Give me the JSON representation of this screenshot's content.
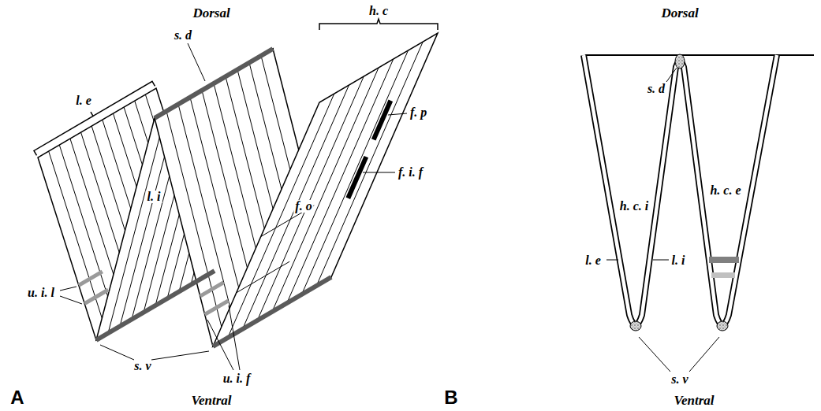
{
  "diagram": {
    "labels": [
      "Dorsal",
      "Dorsal",
      "l. e",
      "h. c",
      "s. d",
      "f. p",
      "u. i. l",
      "l. i",
      "f. i. f",
      "f. o",
      "u. i. f",
      "s. v",
      "s. d",
      "h. c. i",
      "h. c. e",
      "l. e",
      "l. i",
      "s. v",
      "Ventral",
      "A",
      "Ventral",
      "B"
    ]
  }
}
